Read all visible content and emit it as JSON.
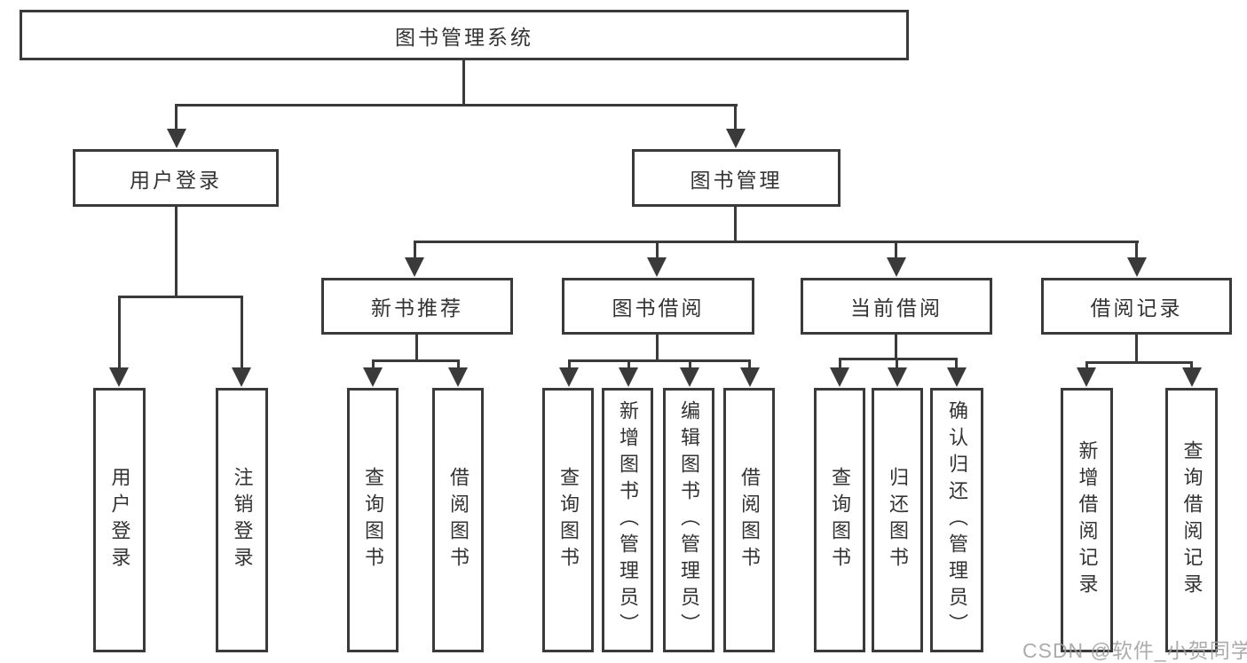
{
  "diagram": {
    "root": "图书管理系统",
    "branches": [
      {
        "label": "用户登录",
        "children": [
          "用户登录",
          "注销登录"
        ]
      },
      {
        "label": "图书管理",
        "groups": [
          {
            "label": "新书推荐",
            "children": [
              "查询图书",
              "借阅图书"
            ]
          },
          {
            "label": "图书借阅",
            "children": [
              "查询图书",
              "新增图书（管理员）",
              "编辑图书（管理员）",
              "借阅图书"
            ]
          },
          {
            "label": "当前借阅",
            "children": [
              "查询图书",
              "归还图书",
              "确认归还（管理员）"
            ]
          },
          {
            "label": "借阅记录",
            "children": [
              "新增借阅记录",
              "查询借阅记录"
            ]
          }
        ]
      }
    ],
    "watermark": "CSDN @软件_小贺同学",
    "colors": {
      "line": "#3a3a3a",
      "text": "#333333",
      "background": "#ffffff",
      "watermark": "#9e9e9e"
    }
  }
}
